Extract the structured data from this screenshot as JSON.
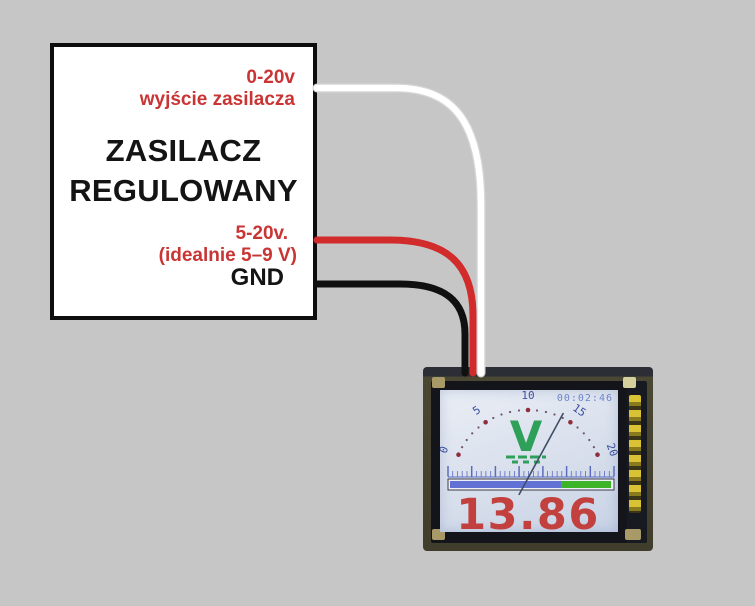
{
  "page": {
    "background": "#c6c6c6"
  },
  "supply_box": {
    "title_line1": "ZASILACZ",
    "title_line2": "REGULOWANY",
    "accent_color": "#c93534",
    "labels": {
      "output_range": "0-20v",
      "output_caption": "wyjście zasilacza",
      "vin_range": "5-20v.",
      "vin_caption": "(idealnie 5–9 V)",
      "ground": "GND"
    }
  },
  "wires": {
    "signal": {
      "name": "white-wire",
      "color": "#ffffff",
      "outline": "#d6d6d6"
    },
    "power": {
      "name": "red-wire",
      "color": "#d12b2b"
    },
    "ground": {
      "name": "black-wire",
      "color": "#101010"
    }
  },
  "chart_data": {
    "type": "gauge",
    "unit": "V",
    "min": 0,
    "max": 20,
    "major_ticks": [
      0,
      5,
      10,
      15,
      20
    ],
    "minor_dots_between_majors": 4,
    "value": 13.86,
    "value_display": "13.86",
    "elapsed_time": "00:02:46",
    "arc": {
      "start_deg": 160,
      "end_deg": 20
    },
    "bar": {
      "fraction": 0.693,
      "value_color": "#6272d4",
      "rest_color": "#3db327"
    },
    "colors": {
      "screen_text": "#3c50a0",
      "time": "#6a84cc",
      "major_dot": "#8e2e3c",
      "minor_dot": "#6d5668",
      "unit": "#2fa05a",
      "needle": "#3f4e66",
      "tick": "#5b6cc0",
      "value": "#c2413f"
    }
  }
}
